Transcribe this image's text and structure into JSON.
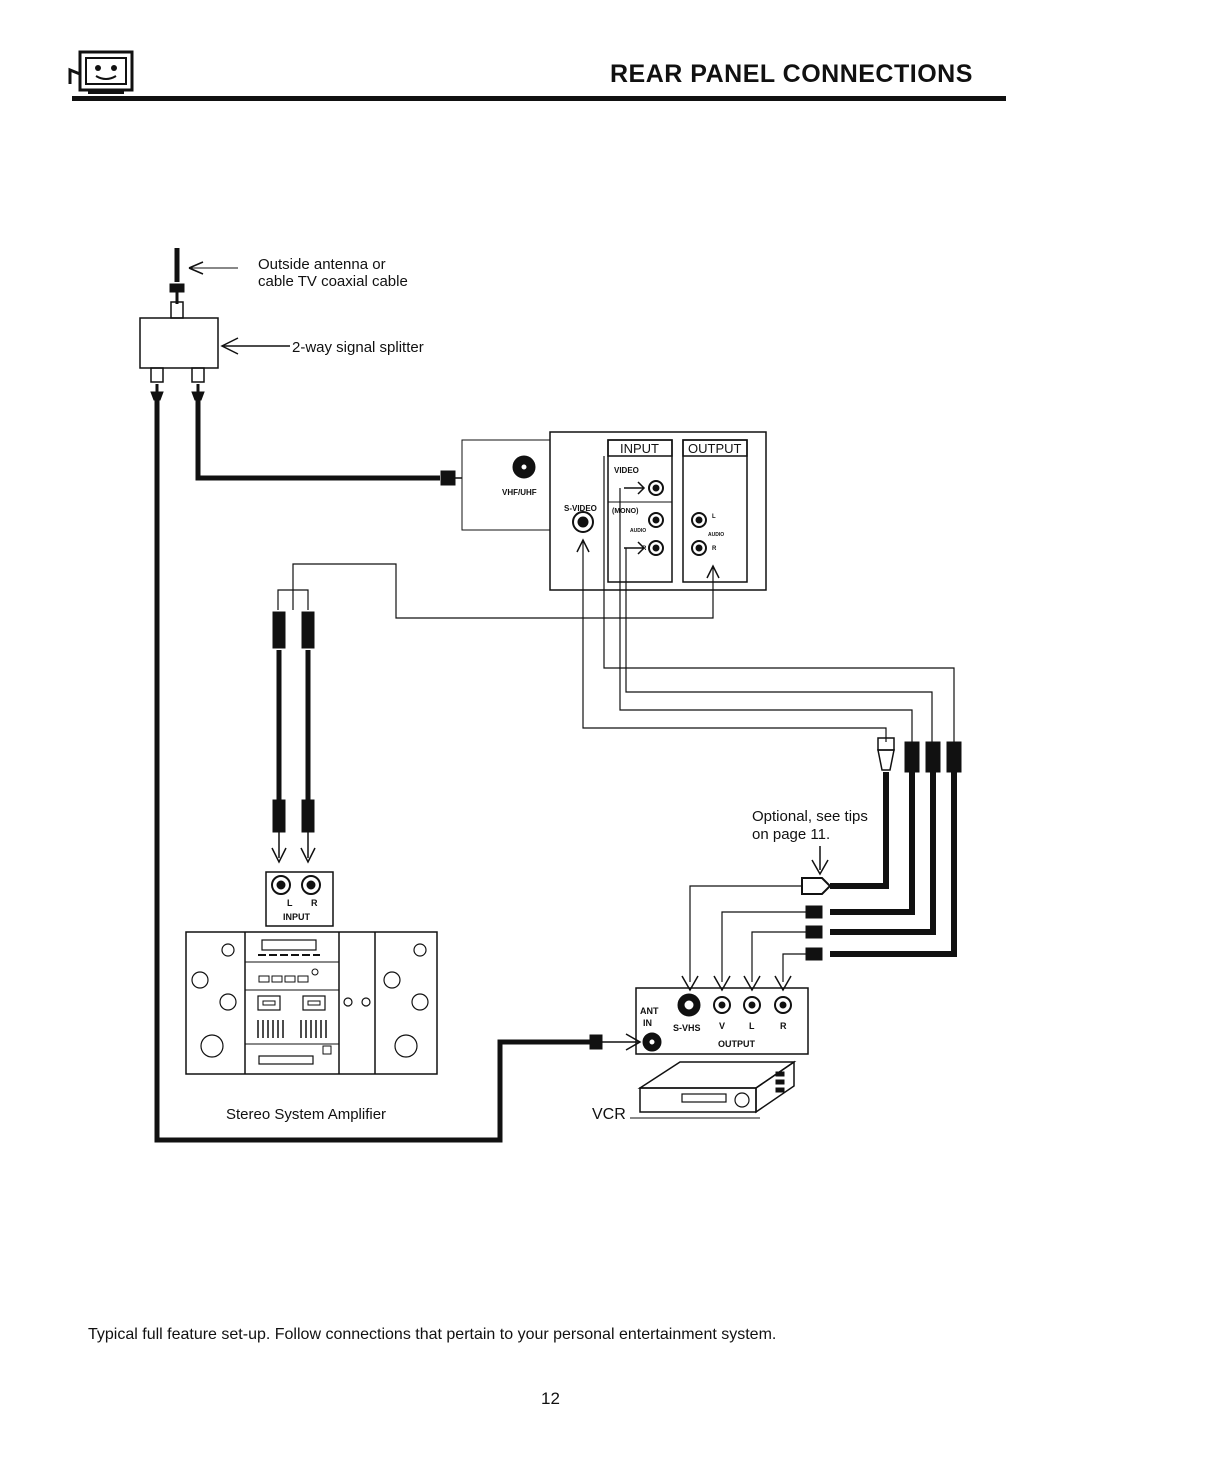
{
  "header": {
    "title": "REAR PANEL CONNECTIONS",
    "logo_icon": "tv-mascot-icon"
  },
  "labels": {
    "antenna_line1": "Outside antenna or",
    "antenna_line2": "cable TV coaxial cable",
    "splitter": "2-way signal splitter",
    "vhf_uhf": "VHF/UHF",
    "input": "INPUT",
    "output": "OUTPUT",
    "video": "VIDEO",
    "s_video": "S-VIDEO",
    "mono": "(MONO)",
    "audio": "AUDIO",
    "l": "L",
    "r": "R",
    "optional_line1": "Optional, see tips",
    "optional_line2": "on page 11.",
    "stereo_l": "L",
    "stereo_r": "R",
    "stereo_input": "INPUT",
    "stereo_caption": "Stereo System Amplifier",
    "vcr_ant": "ANT",
    "vcr_in": "IN",
    "vcr_svhs": "S-VHS",
    "vcr_v": "V",
    "vcr_l": "L",
    "vcr_r": "R",
    "vcr_output": "OUTPUT",
    "vcr_caption": "VCR"
  },
  "caption": "Typical full feature set-up.  Follow connections that pertain to your personal entertainment system.",
  "page_number": "12"
}
